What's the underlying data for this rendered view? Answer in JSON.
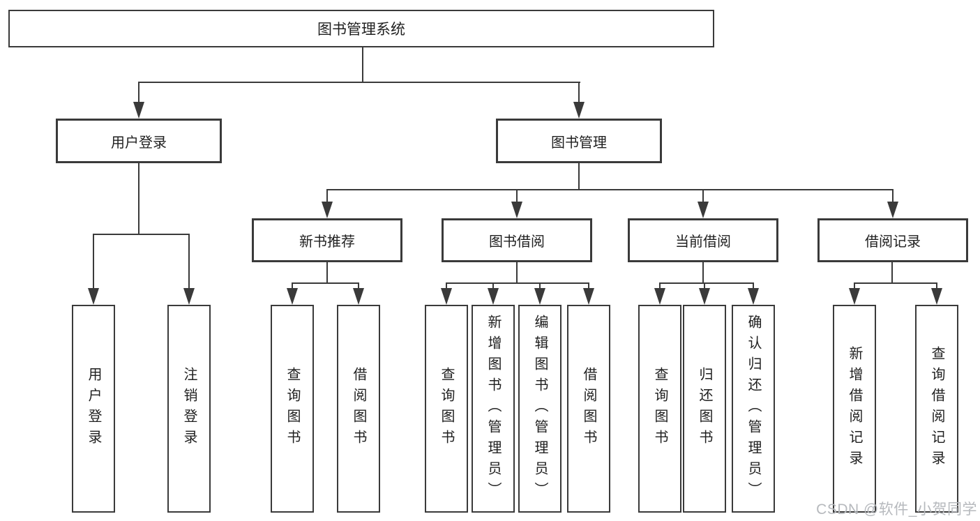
{
  "root": {
    "label": "图书管理系统"
  },
  "level2": [
    {
      "label": "用户登录"
    },
    {
      "label": "图书管理"
    }
  ],
  "level3": [
    {
      "label": "新书推荐"
    },
    {
      "label": "图书借阅"
    },
    {
      "label": "当前借阅"
    },
    {
      "label": "借阅记录"
    }
  ],
  "leaves": [
    {
      "label": "用户登录"
    },
    {
      "label": "注销登录"
    },
    {
      "label": "查询图书"
    },
    {
      "label": "借阅图书"
    },
    {
      "label": "查询图书"
    },
    {
      "label": "新增图书（管理员）"
    },
    {
      "label": "编辑图书（管理员）"
    },
    {
      "label": "借阅图书"
    },
    {
      "label": "查询图书"
    },
    {
      "label": "归还图书"
    },
    {
      "label": "确认归还（管理员）"
    },
    {
      "label": "新增借阅记录"
    },
    {
      "label": "查询借阅记录"
    }
  ],
  "watermark": {
    "text": "CSDN @软件_小贺同学"
  },
  "colors": {
    "line": "#3a3a3a",
    "text": "#1f1f1f",
    "watermark": "#b6b9bd",
    "background": "#ffffff"
  }
}
